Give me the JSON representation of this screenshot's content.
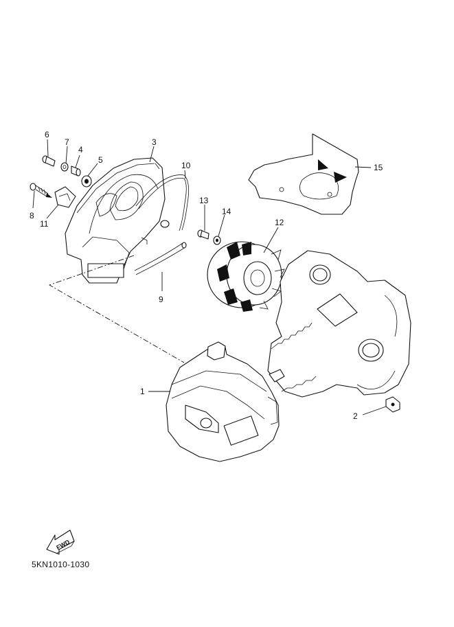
{
  "callouts": {
    "c1": "1",
    "c2": "2",
    "c3": "3",
    "c4": "4",
    "c5": "5",
    "c6": "6",
    "c7": "7",
    "c8": "8",
    "c9": "9",
    "c10": "10",
    "c11": "11",
    "c12": "12",
    "c13": "13",
    "c14": "14",
    "c15": "15"
  },
  "fwd_label": "FWD",
  "diagram_code": "5KN1010-1030"
}
